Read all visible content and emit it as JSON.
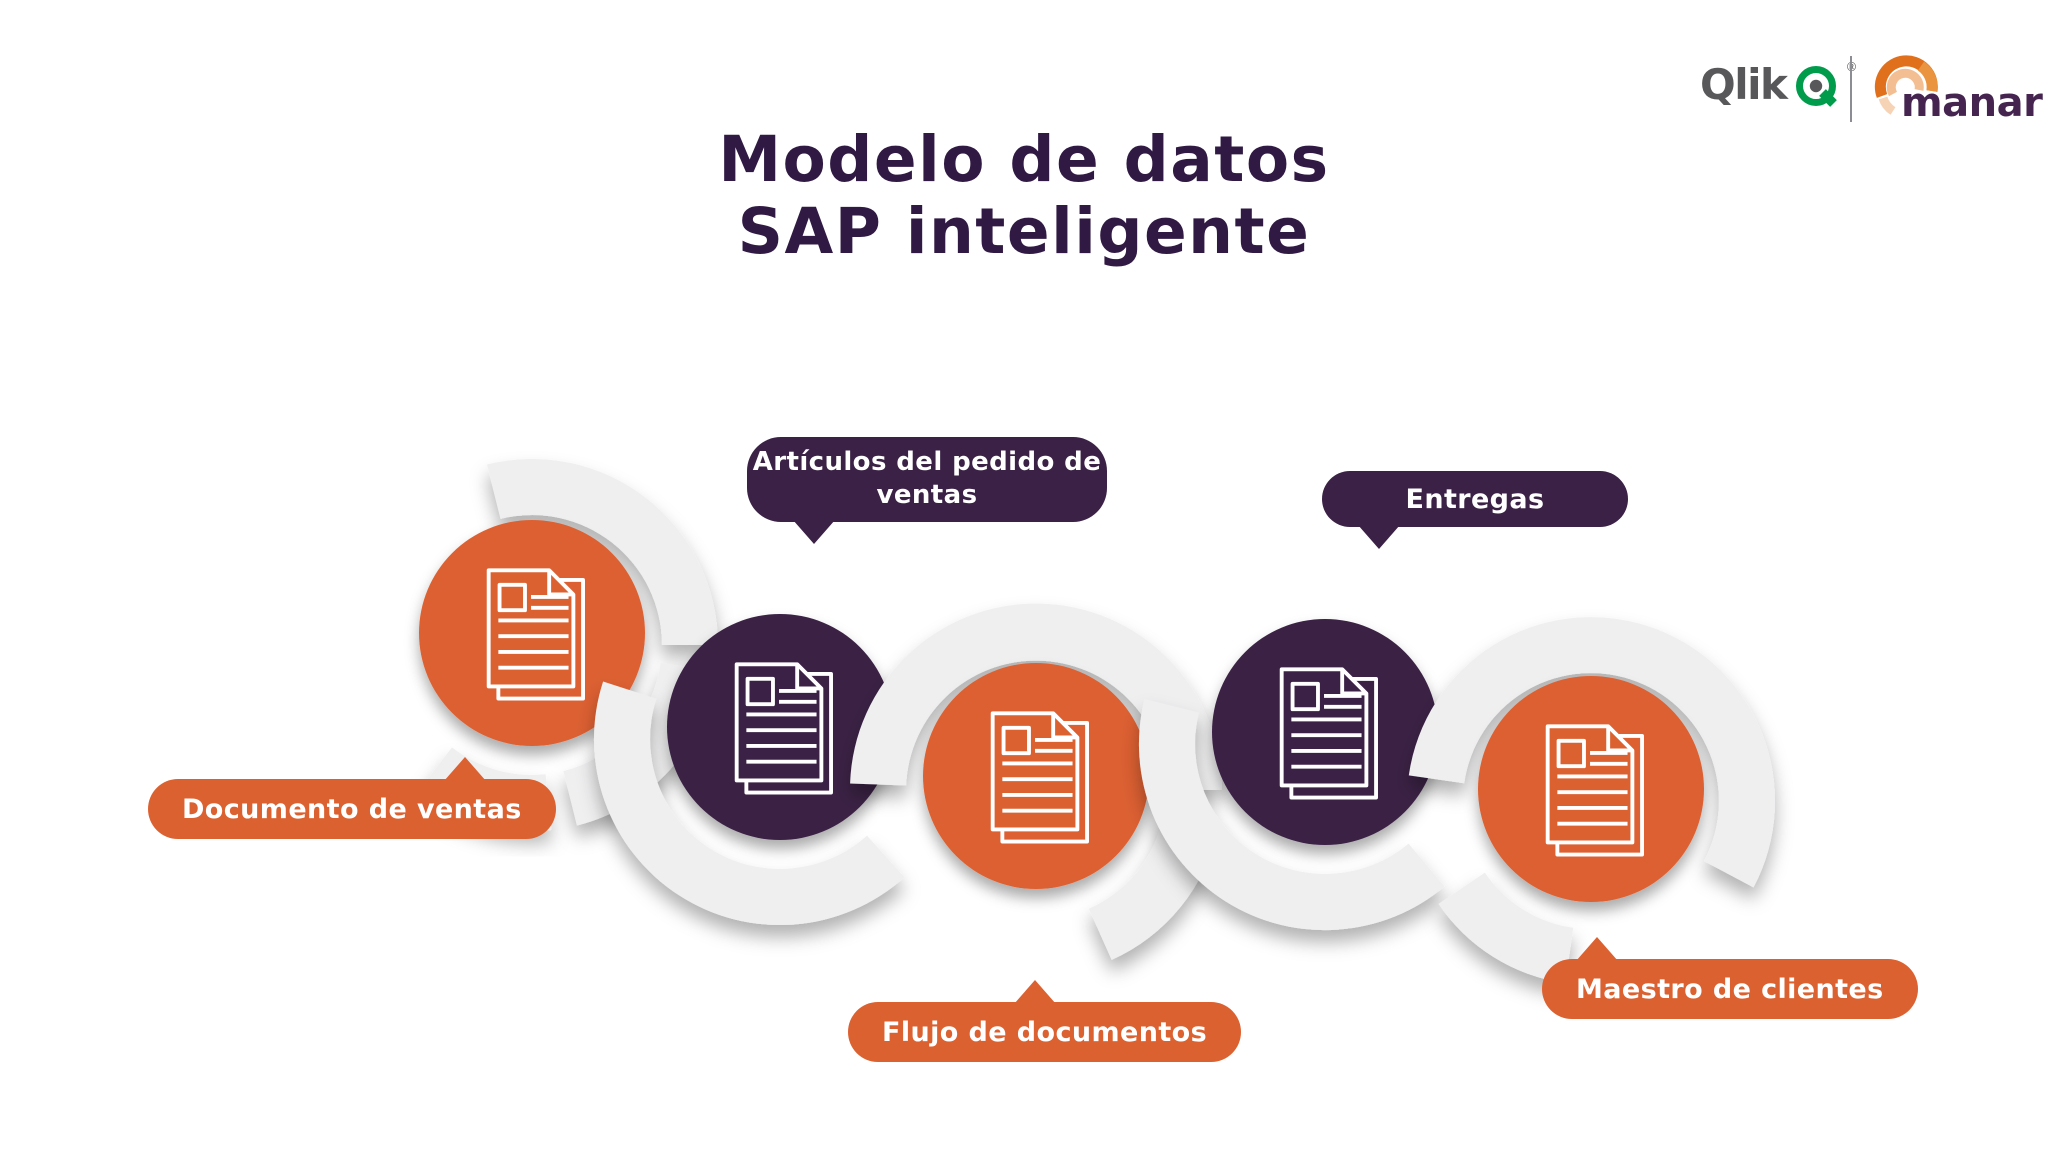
{
  "slide": {
    "background": "#ffffff"
  },
  "title": {
    "line1": "Modelo de datos",
    "line2": "SAP inteligente",
    "color": "#301943"
  },
  "colors": {
    "orange": "#dc6130",
    "purple": "#3a2145",
    "swirl": "#efeff0",
    "label_text": "#ffffff"
  },
  "nodes": [
    {
      "id": "documento-de-ventas",
      "label": "Documento de ventas",
      "circle_color": "orange",
      "icon": "document-icon",
      "label_style": "orange",
      "label_position": "bottom-left"
    },
    {
      "id": "articulos-del-pedido-de-ventas",
      "label": "Artículos del pedido de ventas",
      "circle_color": "purple",
      "icon": "document-icon",
      "label_style": "purple",
      "label_position": "top"
    },
    {
      "id": "flujo-de-documentos",
      "label": "Flujo de documentos",
      "circle_color": "orange",
      "icon": "document-icon",
      "label_style": "orange",
      "label_position": "bottom"
    },
    {
      "id": "entregas",
      "label": "Entregas",
      "circle_color": "purple",
      "icon": "document-icon",
      "label_style": "purple",
      "label_position": "top"
    },
    {
      "id": "maestro-de-clientes",
      "label": "Maestro de clientes",
      "circle_color": "orange",
      "icon": "document-icon",
      "label_style": "orange",
      "label_position": "bottom-right"
    }
  ],
  "logos": {
    "qlik": {
      "text": "Qlik",
      "registered": "®",
      "text_color": "#58585a",
      "green": "#009c4b"
    },
    "divider_color": "#8c8c94",
    "manar": {
      "text": "manar",
      "text_color": "#452550",
      "arc_dark": "#e0701c",
      "arc_mid": "#ea9440",
      "arc_light": "#f3be92",
      "arc_pale": "#f6d3b5"
    }
  }
}
